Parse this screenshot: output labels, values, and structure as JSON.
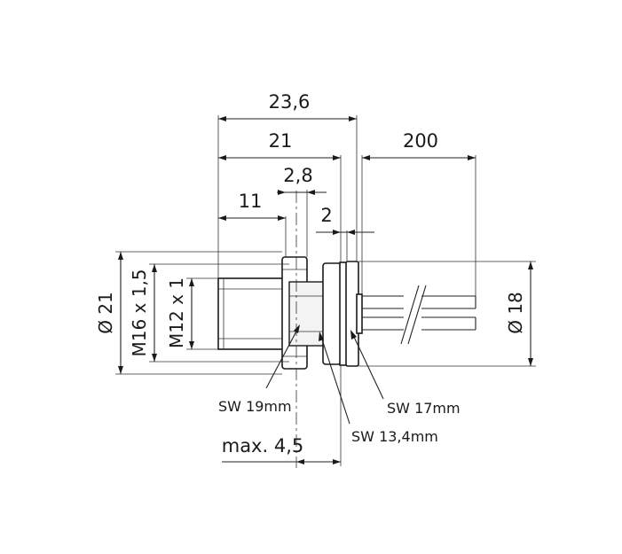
{
  "dimensions": {
    "overall_length": "23,6",
    "body_length": "21",
    "thread_length": "11",
    "nut_thickness": "2,8",
    "gasket_thickness": "2",
    "cable_length": "200",
    "max_panel": "max. 4,5",
    "dia_flange": "Ø 21",
    "thread_m16": "M16 x 1,5",
    "thread_m12": "M12 x 1",
    "dia_cable": "Ø 18"
  },
  "callouts": {
    "sw19": "SW 19mm",
    "sw17": "SW 17mm",
    "sw134": "SW 13,4mm"
  }
}
